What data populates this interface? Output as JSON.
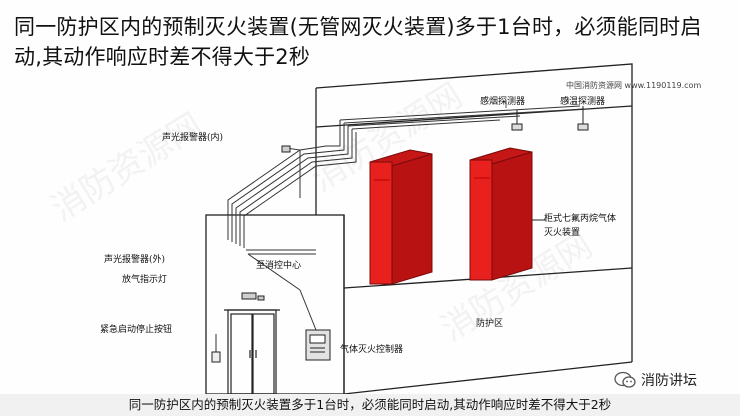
{
  "title": "同一防护区内的预制灭火装置(无管网灭火装置)多于1台时，必须能同时启动,其动作响应时差不得大于2秒",
  "site_mark": "中国消防资源网 www.1190119.com",
  "labels": {
    "alarm_inner": "声光报警器(内)",
    "smoke_detector": "感烟探测器",
    "heat_detector": "感温探测器",
    "cabinet_device": "柜式七氟丙烷气体灭火装置",
    "control_center": "至消控中心",
    "alarm_outer": "声光报警器(外)",
    "discharge_indicator": "放气指示灯",
    "emergency_button": "紧急启动停止按钮",
    "protection_zone": "防护区",
    "gas_controller": "气体灭火控制器"
  },
  "caption": "同一防护区内的预制灭火装置多于1台时，必须能同时启动,其动作响应时差不得大于2秒",
  "brand": "消防讲坛",
  "colors": {
    "cabinet_red": "#e8201e",
    "line": "#222222"
  }
}
